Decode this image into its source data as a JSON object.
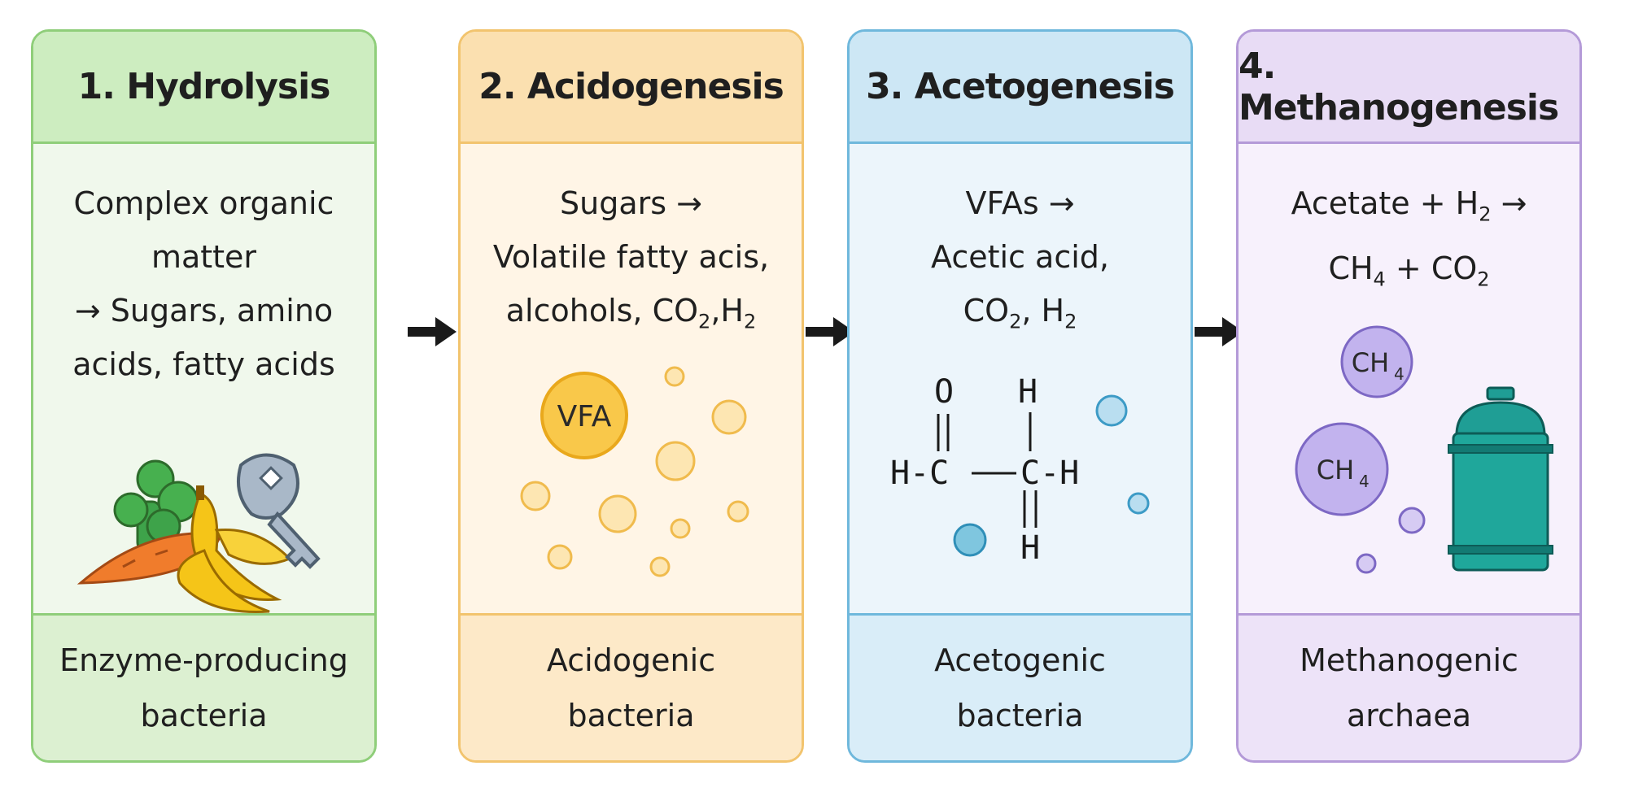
{
  "stages": [
    {
      "title": "1. Hydrolysis",
      "desc": [
        "Complex organic",
        "matter",
        "→ Sugars, amino",
        "acids, fatty acids"
      ],
      "footer": [
        "Enzyme-producing",
        "bacteria"
      ]
    },
    {
      "title": "2. Acidogenesis",
      "desc": [
        "Sugars →",
        "Volatile fatty acis,"
      ],
      "desc_formula_prefix": "alcohols, CO",
      "desc_formula_sub": "2",
      "desc_formula_mid": ",H",
      "desc_formula_sub2": "2",
      "bubble_label": "VFA",
      "footer": [
        "Acidogenic",
        "bacteria"
      ]
    },
    {
      "title": "3. Acetogenesis",
      "desc": [
        "VFAs →",
        "Acetic acid,"
      ],
      "desc_formula_prefix": "CO",
      "desc_formula_sub": "2",
      "desc_formula_mid": ", H",
      "desc_formula_sub2": "2",
      "atom_o": "O",
      "atom_h_top": "H",
      "atom_h_left": "H-C",
      "atom_c2": "C-H",
      "atom_h_bottom": "H",
      "footer": [
        "Acetogenic",
        "bacteria"
      ]
    },
    {
      "title": "4. Methanogenesis",
      "desc_l1_prefix": "Acetate + H",
      "desc_l1_sub": "2",
      "desc_l1_suffix": " →",
      "desc_l2_prefix": "CH",
      "desc_l2_sub": "4",
      "desc_l2_mid": " + CO",
      "desc_l2_sub2": "2",
      "bubble_prefix": "CH",
      "bubble_sub": "4",
      "footer": [
        "Methanogenic",
        "archaea"
      ]
    }
  ],
  "colors": {
    "green": "#8fce7a",
    "orange": "#f2c46e",
    "blue": "#6fb8dc",
    "purple": "#b49ad8",
    "teal_tank": "#1f9e95"
  }
}
